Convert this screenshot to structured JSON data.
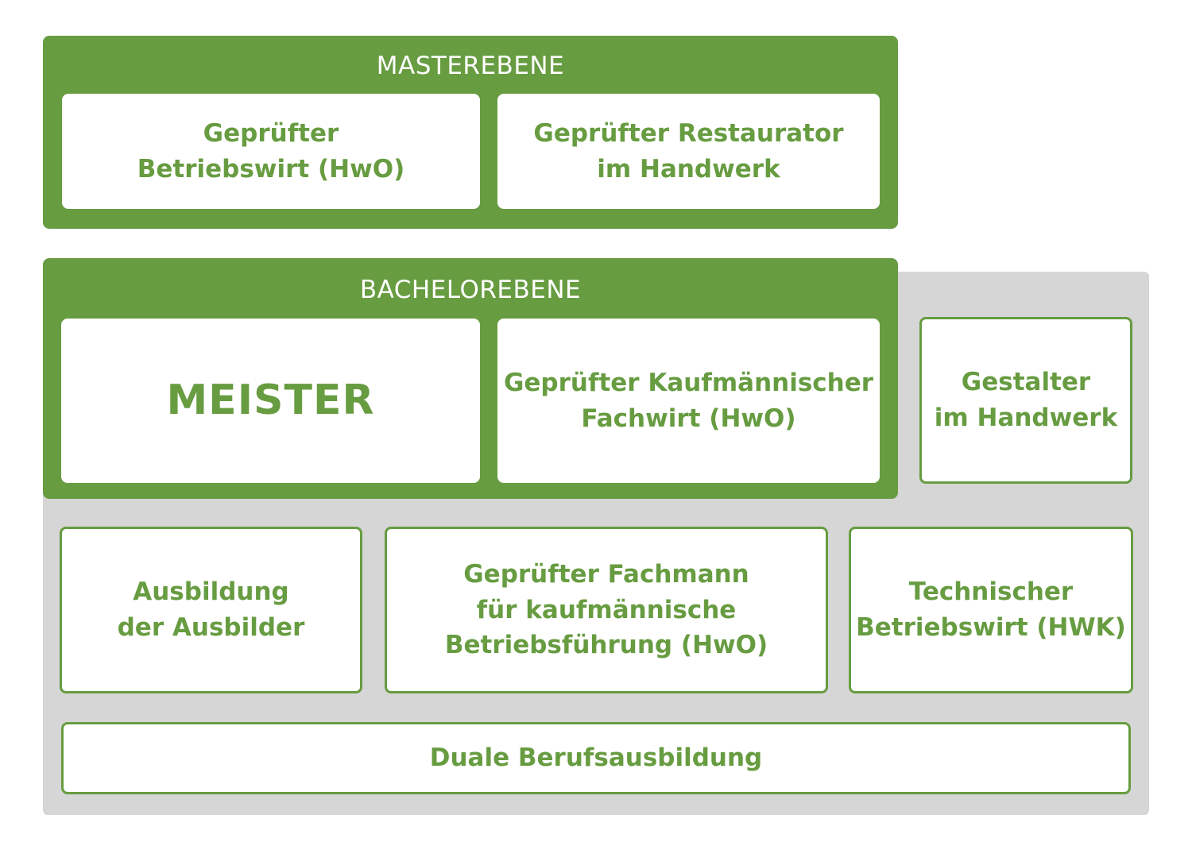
{
  "colors": {
    "green": "#679c41",
    "gray": "#d6d6d6",
    "white": "#ffffff"
  },
  "master": {
    "title": "MASTEREBENE",
    "boxes": [
      "Geprüfter\nBetriebswirt (HwO)",
      "Geprüfter Restaurator\nim Handwerk"
    ]
  },
  "bachelor": {
    "title": "BACHELOREBENE",
    "boxes": [
      "MEISTER",
      "Geprüfter Kaufmännischer\nFachwirt (HwO)"
    ],
    "side_box": "Gestalter\nim Handwerk"
  },
  "lower": {
    "boxes": [
      "Ausbildung\nder Ausbilder",
      "Geprüfter Fachmann\nfür kaufmännische\nBetriebsführung (HwO)",
      "Technischer\nBetriebswirt (HWK)"
    ]
  },
  "base": {
    "label": "Duale Berufsausbildung"
  }
}
